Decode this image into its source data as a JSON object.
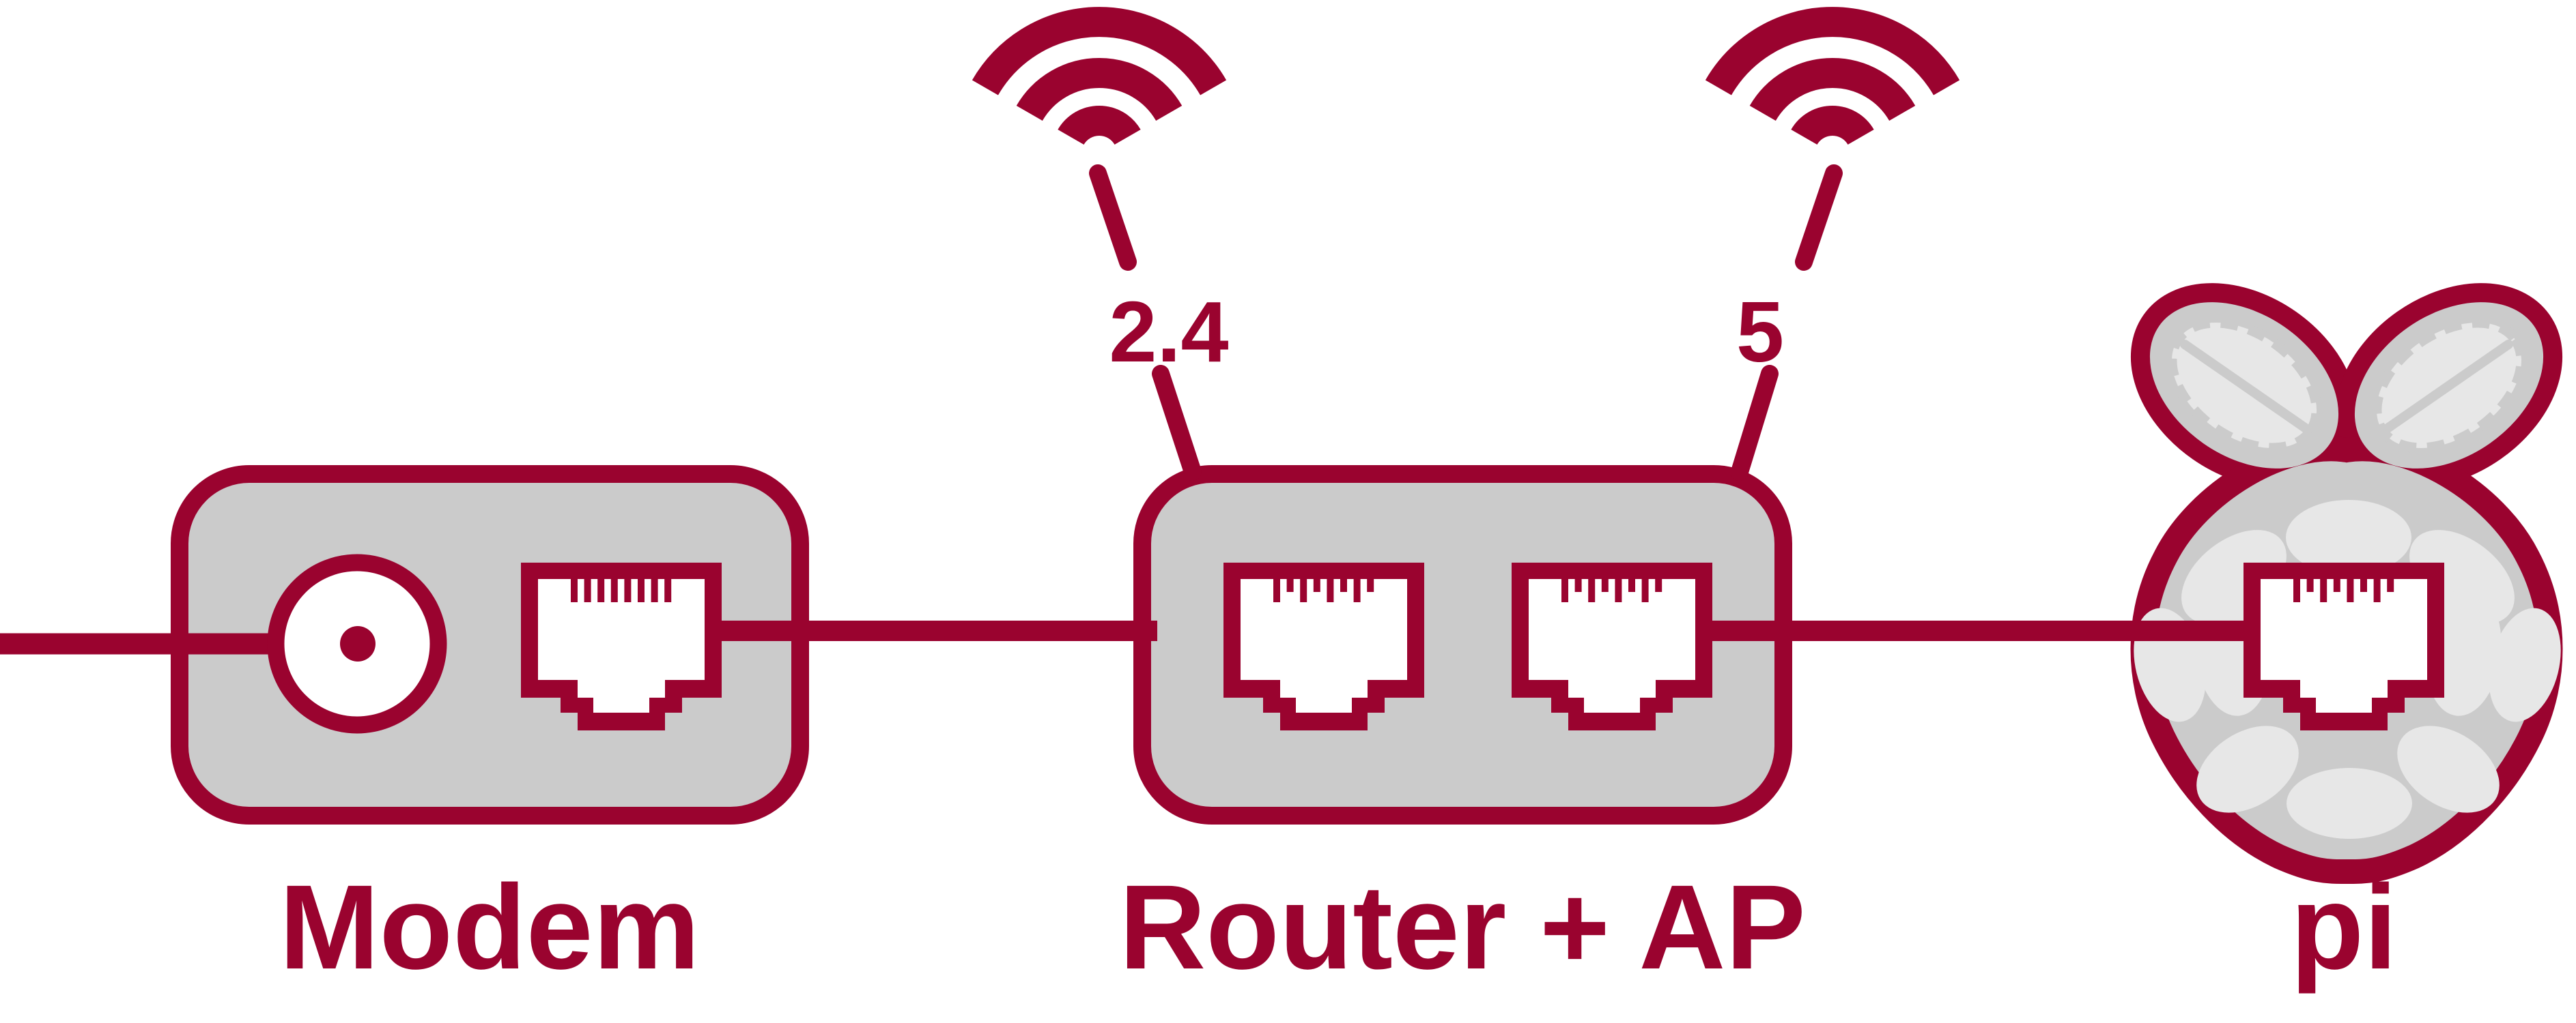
{
  "palette": {
    "maroon": "#9A032F",
    "gray": "#CBCBCB",
    "gray_light": "#E7E7E7",
    "white": "#FFFFFF",
    "background": "#FFFFFF"
  },
  "nodes": {
    "modem": {
      "label": "Modem",
      "ports": [
        "coax-connector",
        "ethernet-port"
      ]
    },
    "router": {
      "label": "Router + AP",
      "ports": [
        "ethernet-port",
        "ethernet-port"
      ],
      "wifi_bands": [
        {
          "label": "2.4"
        },
        {
          "label": "5"
        }
      ]
    },
    "pi": {
      "label": "pi",
      "ports": [
        "ethernet-port"
      ]
    }
  },
  "connections": [
    "incoming line to Modem coax connector",
    "Modem ethernet to Router + AP ethernet",
    "Router + AP ethernet to pi ethernet",
    "Router + AP antenna to 2.4 wifi signal",
    "Router + AP antenna to 5 wifi signal"
  ]
}
